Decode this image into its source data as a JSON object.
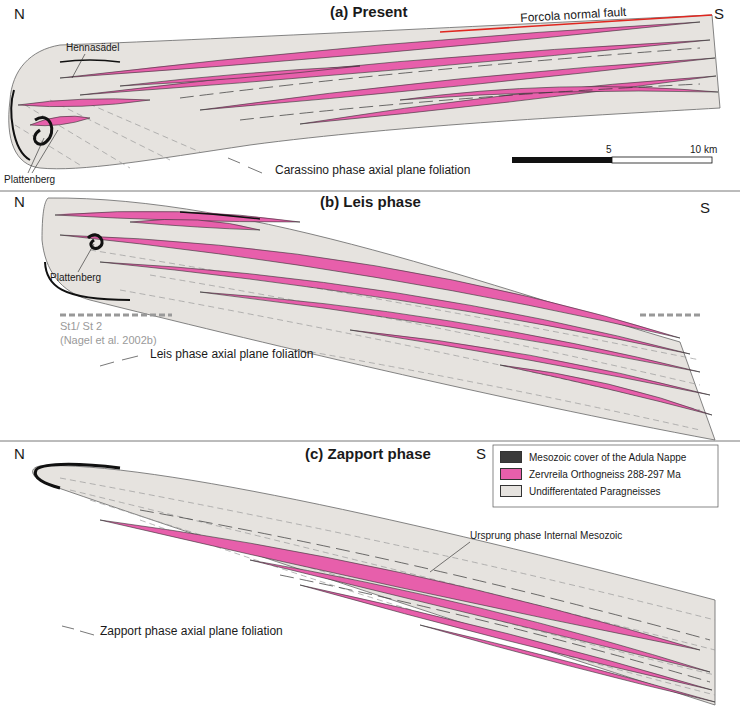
{
  "diagram": {
    "labels": [
      "N",
      "(a) Present",
      "S",
      "Forcola normal fault",
      "Hennasädel",
      "Plattenberg",
      "Carassino phase axial plane foliation",
      "5",
      "10 km",
      "N",
      "(b) Leis phase",
      "S",
      "Plattenberg",
      "St1/ St 2",
      "(Nagel et al. 2002b)",
      "Leis phase axial plane foliation",
      "N",
      "(c) Zapport phase",
      "S",
      "Ursprung phase Internal Mesozoic",
      "Zapport phase axial plane foliation"
    ],
    "legend": [
      {
        "text": "Mesozoic cover of the Adula Nappe",
        "color": "#3b3b3b"
      },
      {
        "text": "Zervreila Orthogneiss 288-297 Ma",
        "color": "#e75fab"
      },
      {
        "text": "Undifferentated Paragneisses",
        "color": "#e6e3df"
      }
    ]
  }
}
